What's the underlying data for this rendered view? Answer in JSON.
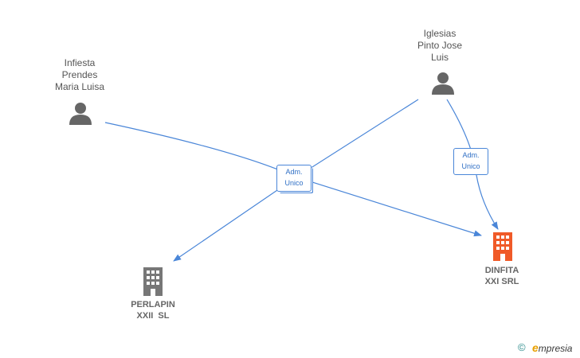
{
  "people": [
    {
      "id": "p1",
      "name_lines": [
        "Infiesta",
        "Prendes",
        "Maria Luisa"
      ],
      "icon": "person-icon"
    },
    {
      "id": "p2",
      "name_lines": [
        "Iglesias",
        "Pinto Jose",
        "Luis"
      ],
      "icon": "person-icon"
    }
  ],
  "companies": [
    {
      "id": "c1",
      "name_lines": [
        "PERLAPIN",
        "XXII  SL"
      ],
      "icon": "building-icon",
      "color": "#777777"
    },
    {
      "id": "c2",
      "name_lines": [
        "DINFITA",
        "XXI SRL"
      ],
      "icon": "building-icon",
      "color": "#f05a28"
    }
  ],
  "relations": [
    {
      "label_lines": [
        "Adm.",
        "Unico"
      ]
    },
    {
      "label_lines": [
        "Adm.",
        "Unico"
      ]
    }
  ],
  "edge_color": "#4a86d8",
  "watermark": {
    "copyright": "©",
    "brand_initial": "e",
    "brand_rest": "mpresia"
  }
}
